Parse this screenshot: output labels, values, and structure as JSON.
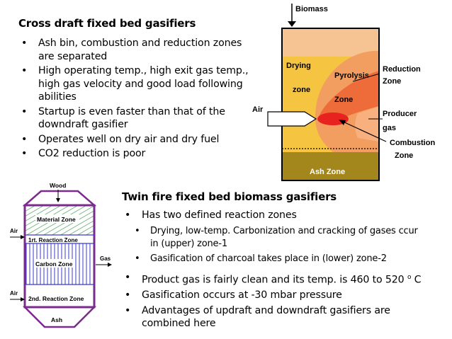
{
  "section1": {
    "title": "Cross draft fixed bed gasifiers",
    "bullets": [
      "Ash bin, combustion and reduction zones are separated",
      "High operating temp., high exit gas temp., high gas velocity and good load following abilities",
      "Startup is even faster than that of the downdraft gasifier",
      "Operates well on dry air and dry fuel",
      "CO2 reduction is poor"
    ]
  },
  "diagram1": {
    "biomass": "Biomass",
    "drying_1": "Drying",
    "drying_2": "zone",
    "pyrolysis_1": "Pyrolysis",
    "pyrolysis_2": "Zone",
    "reduction_1": "Reduction",
    "reduction_2": "Zone",
    "air": "Air",
    "producer_1": "Producer",
    "producer_2": "gas",
    "combustion_1": "Combustion",
    "combustion_2": "Zone",
    "ash": "Ash Zone"
  },
  "section2": {
    "title": "Twin fire fixed bed biomass gasifiers",
    "b1": "Has two defined reaction zones",
    "sub": [
      "Drying, low-temp. Carbonization and cracking of gases ccur in (upper) zone-1",
      "Gasification of charcoal takes place in (lower) zone-2"
    ],
    "b2_main": "Product gas is fairly clean and its temp. is 460 to 520",
    "b2_sup": "o",
    "b2_unit": " C",
    "b3": "Gasification occurs at -30 mbar pressure",
    "b4": "Advantages of updraft and downdraft gasifiers are combined here"
  },
  "diagram2": {
    "wood": "Wood",
    "material": "Material Zone",
    "reaction1": "1rt. Reaction Zone",
    "carbon": "Carbon Zone",
    "reaction2": "2nd. Reaction Zone",
    "ash": "Ash",
    "air1": "Air",
    "air2": "Air",
    "gas": "Gas"
  },
  "colors": {
    "outline": "#000000",
    "drying": "#f5c542",
    "pyrolysis": "#f29e61",
    "reduction": "#ee6b3a",
    "combustion": "#e8221e",
    "producer": "#f5a06a",
    "ash_zone": "#a3861c",
    "peach_top": "#f6c392",
    "purple_frame": "#7b2b8c",
    "green_hatch": "#2f8f3a",
    "blue_lines": "#3a3ad0"
  }
}
